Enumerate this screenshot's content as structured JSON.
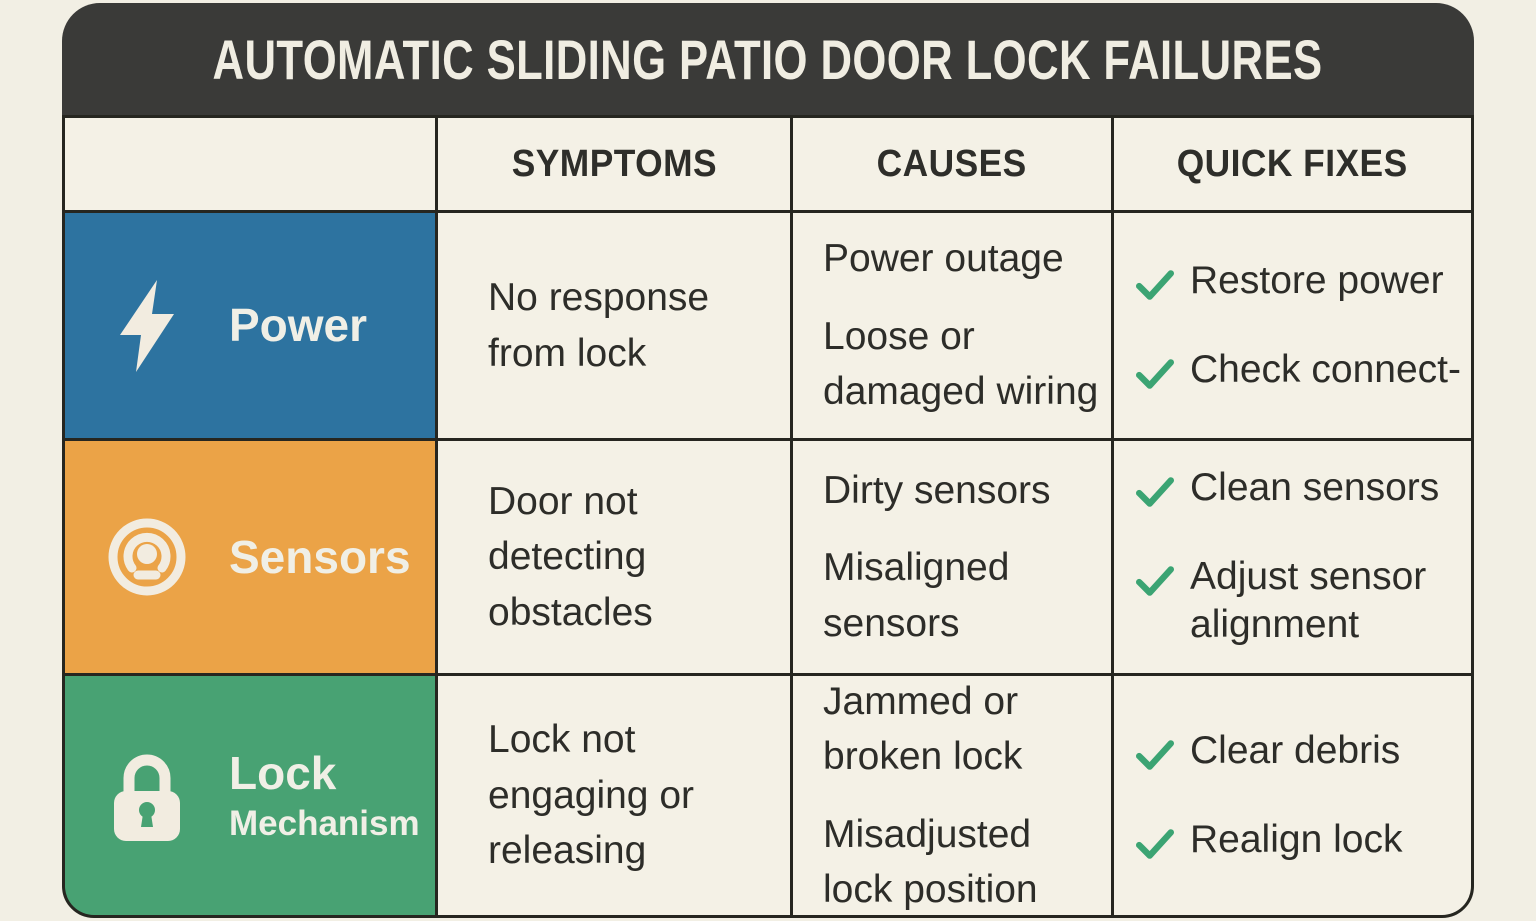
{
  "title": "AUTOMATIC SLIDING PATIO DOOR LOCK FAILURES",
  "columns": {
    "symptoms": "SYMPTOMS",
    "causes": "CAUSES",
    "fixes": "QUICK FIXES"
  },
  "rows": [
    {
      "category": "Power",
      "icon": "lightning-icon",
      "color": "#2d73a0",
      "symptoms": [
        "No response from lock"
      ],
      "causes": [
        "Power outage",
        "Loose or damaged wiring"
      ],
      "fixes": [
        "Restore power",
        "Check connect-"
      ]
    },
    {
      "category": "Sensors",
      "icon": "sensor-icon",
      "color": "#eba347",
      "symptoms": [
        "Door not detecting obstacles"
      ],
      "causes": [
        "Dirty sensors",
        "Misaligned sensors"
      ],
      "fixes": [
        "Clean sensors",
        "Adjust sensor alignment"
      ]
    },
    {
      "category": "Lock",
      "category_line2": "Mechanism",
      "icon": "padlock-icon",
      "color": "#48a273",
      "symptoms": [
        "Lock not engaging or releasing"
      ],
      "causes": [
        "Jammed or broken lock",
        "Misadjusted lock position"
      ],
      "fixes": [
        "Clear debris",
        "Realign lock"
      ]
    }
  ],
  "colors": {
    "page_background": "#f2efe4",
    "title_band": "#3a3a38",
    "grid_line": "#262620",
    "cell_background": "#f4f1e6",
    "power_blue": "#2d73a0",
    "sensors_orange": "#eba347",
    "lock_green": "#48a273",
    "check_green": "#3ba473",
    "text_dark": "#2d2d29",
    "text_light": "#f0efe6"
  }
}
